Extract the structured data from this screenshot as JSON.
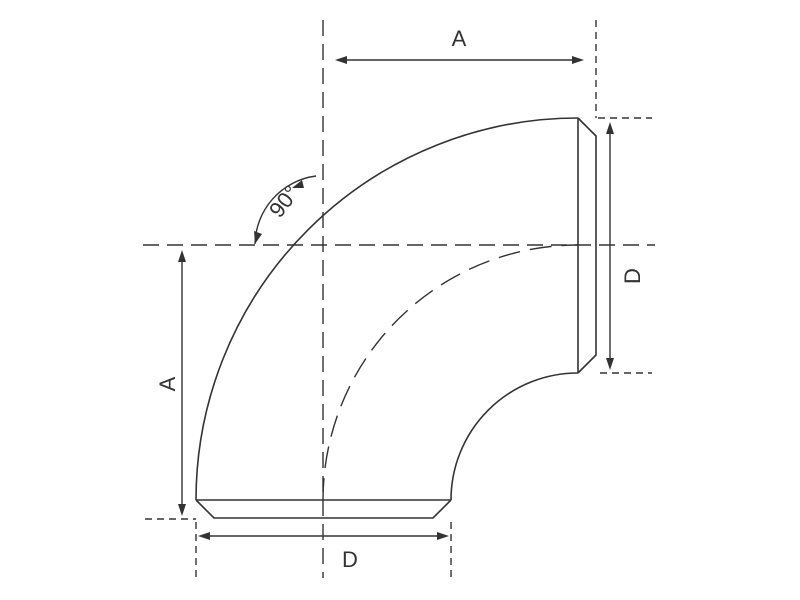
{
  "labels": {
    "top_dimension": "A",
    "left_dimension": "A",
    "right_dimension": "D",
    "bottom_dimension": "D",
    "angle": "90°"
  },
  "colors": {
    "line": "#333333",
    "background": "#ffffff"
  }
}
